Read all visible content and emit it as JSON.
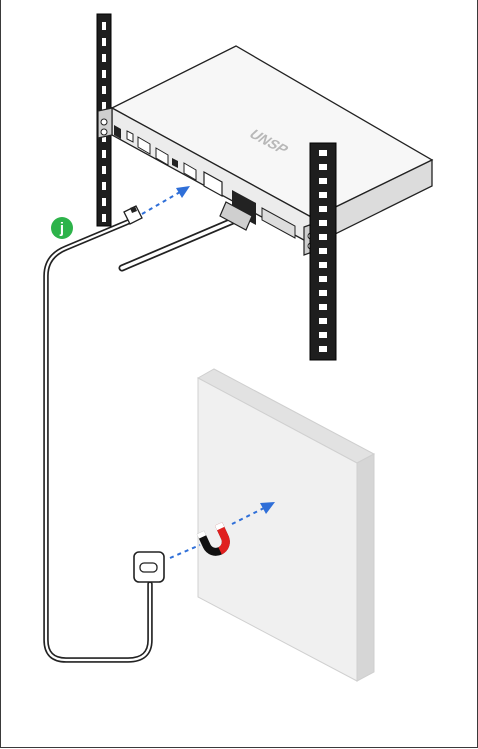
{
  "illustration": {
    "step_badge": {
      "label": "j",
      "color": "#2db34a"
    },
    "device_logo": {
      "text": "UNSP",
      "color": "#b8b8b8"
    },
    "magnet": {
      "north_color": "#111111",
      "south_color": "#e0201f"
    },
    "arrow_color": "#2f6fd8",
    "wall_color": "#f0f0f0",
    "icons": [
      "rack-rail",
      "rackmount-device",
      "ethernet-cable",
      "power-cable",
      "power-adapter",
      "magnet",
      "wall-surface"
    ]
  }
}
